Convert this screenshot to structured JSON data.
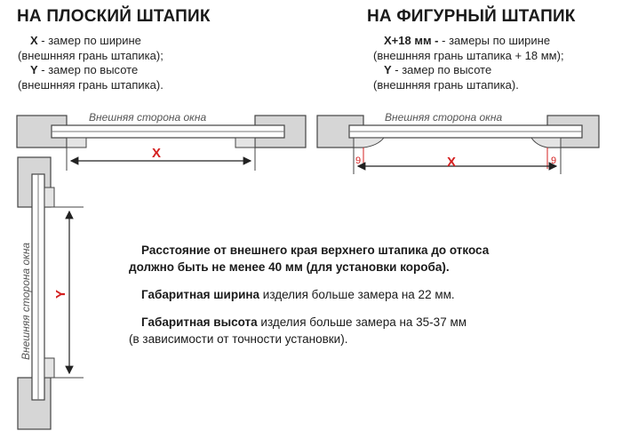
{
  "left": {
    "title": "НА ПЛОСКИЙ ШТАПИК",
    "x_key": "X",
    "x_desc": " - замер по ширине",
    "x_desc2": "(внешнняя грань штапика);",
    "y_key": "Y",
    "y_desc": " - замер по высоте",
    "y_desc2": "(внешнняя грань штапика)."
  },
  "right": {
    "title": "НА ФИГУРНЫЙ ШТАПИК",
    "x_key": "X+18 мм -",
    "x_desc": "  - замеры по ширине",
    "x_desc2": "(внешнняя грань штапика + 18 мм);",
    "y_key": "Y",
    "y_desc": " - замер по высоте",
    "y_desc2": "(внешнняя грань штапика)."
  },
  "diagram": {
    "outer_side_label": "Внешняя сторона окна",
    "x_label": "X",
    "y_label": "Y",
    "offset_label": "9",
    "accent_color": "#d42020"
  },
  "info": {
    "distance_line1": "Расстояние от внешнего края верхнего штапика до откоса",
    "distance_line2": "должно быть не менее 40 мм (для установки короба).",
    "width_key": "Габаритная ширина",
    "width_rest": " изделия больше замера на 22 мм.",
    "height_key": "Габаритная высота",
    "height_rest": " изделия больше замера на 35-37 мм",
    "height_note": "(в зависимости от точности установки)."
  }
}
